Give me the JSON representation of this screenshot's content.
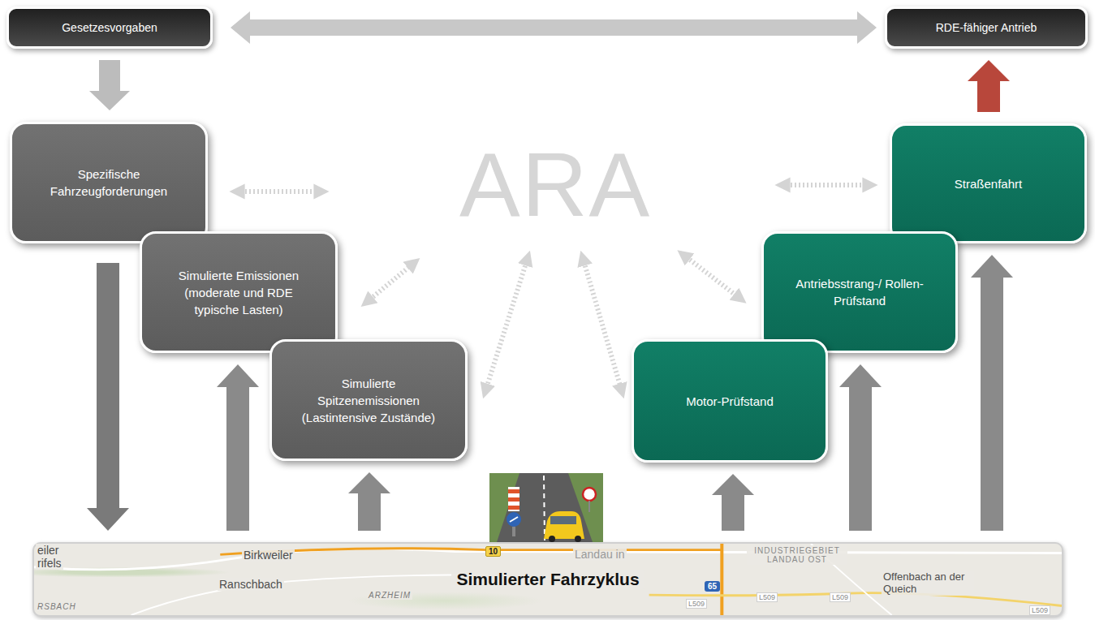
{
  "diagram": {
    "nodes": [
      {
        "text": [
          "Gesetzesvorgaben"
        ]
      },
      {
        "text": [
          "RDE-fähiger Antrieb"
        ]
      },
      {
        "text": [
          "Spezifische Fahrzeugforderungen"
        ]
      },
      {
        "text": [
          "Simulierte Emissionen (moderate und RDE typische Lasten)"
        ]
      },
      {
        "text": [
          "Simulierte Spitzenemissionen (Lastintensive Zustände)"
        ]
      },
      {
        "text": [
          "Straßenfahrt"
        ]
      },
      {
        "text": [
          "Antriebsstrang-/ Rollen-Prüfstand"
        ]
      },
      {
        "text": [
          "Motor-Prüfstand"
        ]
      },
      {
        "text": [
          "Simulierter Fahrzyklus"
        ]
      }
    ],
    "edges": [
      {
        "from": 0,
        "to": 1,
        "arrow": "both"
      },
      {
        "from": 0,
        "to": 2,
        "arrow": "to"
      },
      {
        "from": 2,
        "to": 8,
        "arrow": "to"
      },
      {
        "from": 8,
        "to": 3,
        "arrow": "to"
      },
      {
        "from": 8,
        "to": 4,
        "arrow": "to"
      },
      {
        "from": 8,
        "to": 7,
        "arrow": "to"
      },
      {
        "from": 8,
        "to": 6,
        "arrow": "to"
      },
      {
        "from": 8,
        "to": 5,
        "arrow": "to"
      },
      {
        "from": 5,
        "to": 1,
        "arrow": "to"
      }
    ],
    "labels": [
      "ARA",
      "eiler",
      "rifels",
      "Birkweiler",
      "Ranschbach",
      "ARZHEIM",
      "RSBACH",
      "10",
      "Landau in",
      "INDUSTRIEGEBIET LANDAU OST",
      "65",
      "L509",
      "L509",
      "L509",
      "L509",
      "Offenbach an der Queich"
    ]
  }
}
